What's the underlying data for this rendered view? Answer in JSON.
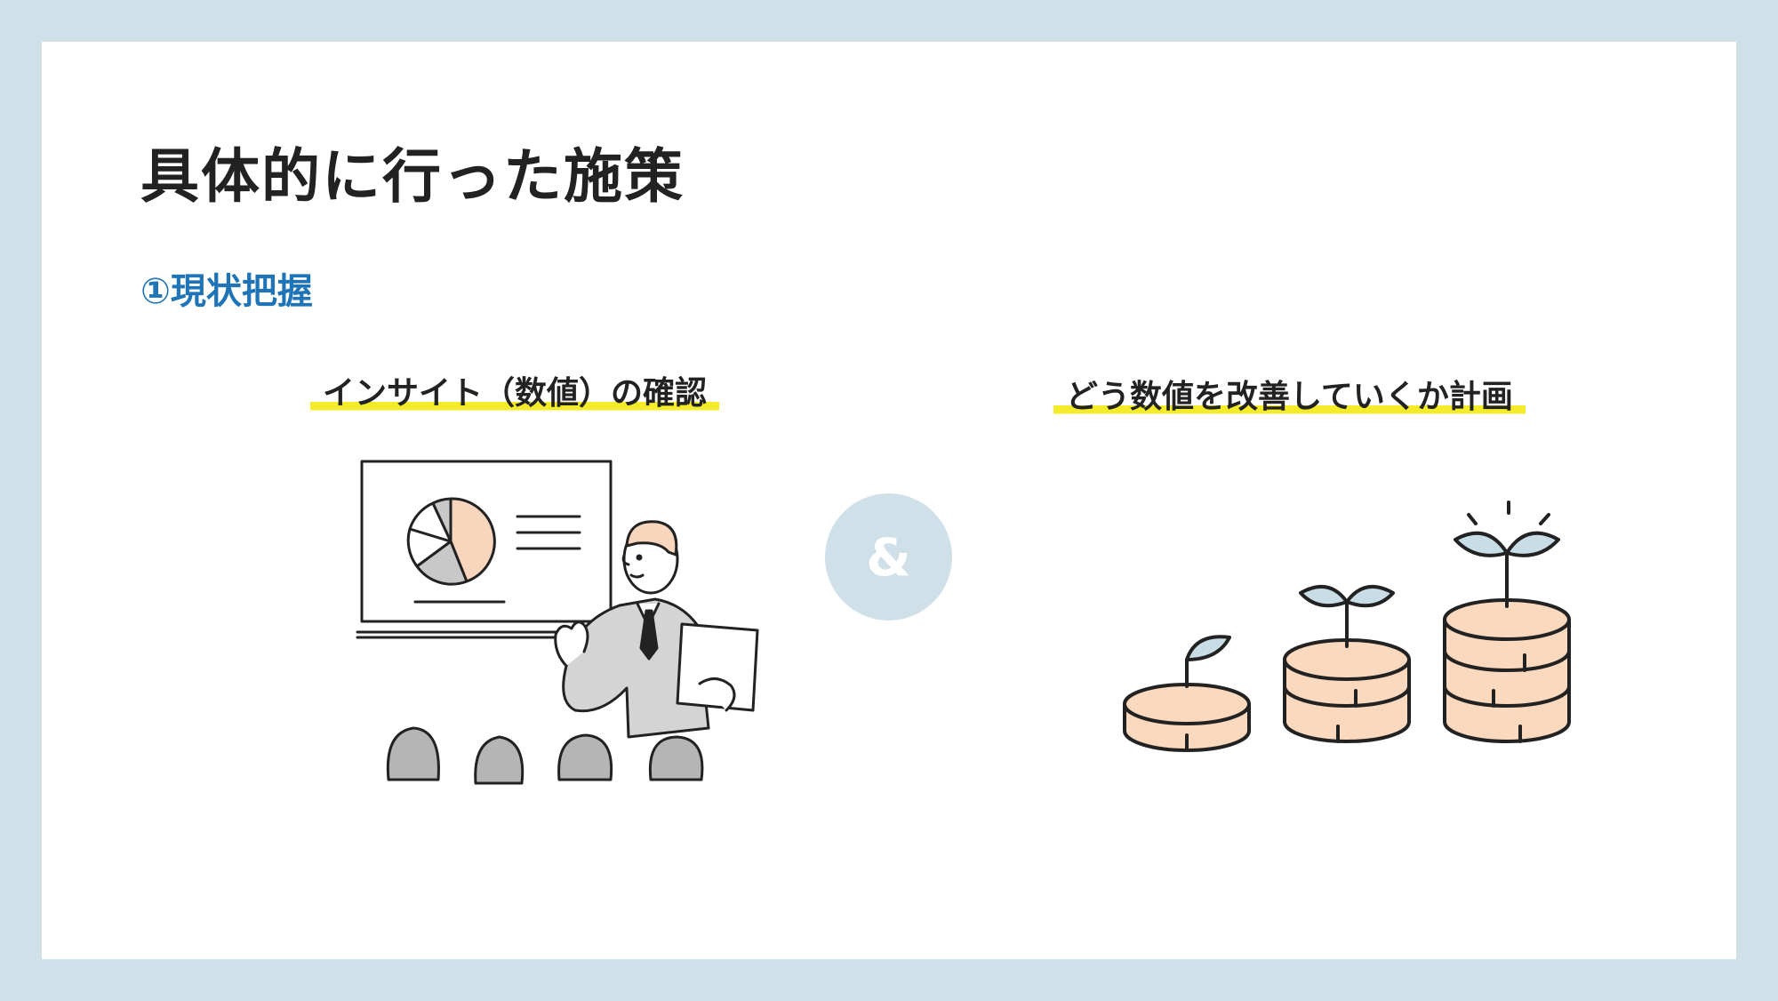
{
  "slide": {
    "title": "具体的に行った施策",
    "subtitle": "①現状把握",
    "left_heading": "インサイト（数値）の確認",
    "right_heading": "どう数値を改善していくか計画",
    "connector": "&"
  },
  "icons": {
    "left": "presentation-illustration-icon",
    "right": "growing-coins-illustration-icon"
  },
  "colors": {
    "frame": "#cfe0e8",
    "subtitle": "#1f74b8",
    "highlight": "#f4ec2a",
    "coin": "#fbd9bf",
    "leaf": "#c9dde6",
    "pie_peach": "#f8d6bd",
    "gray": "#c8c8c8"
  }
}
